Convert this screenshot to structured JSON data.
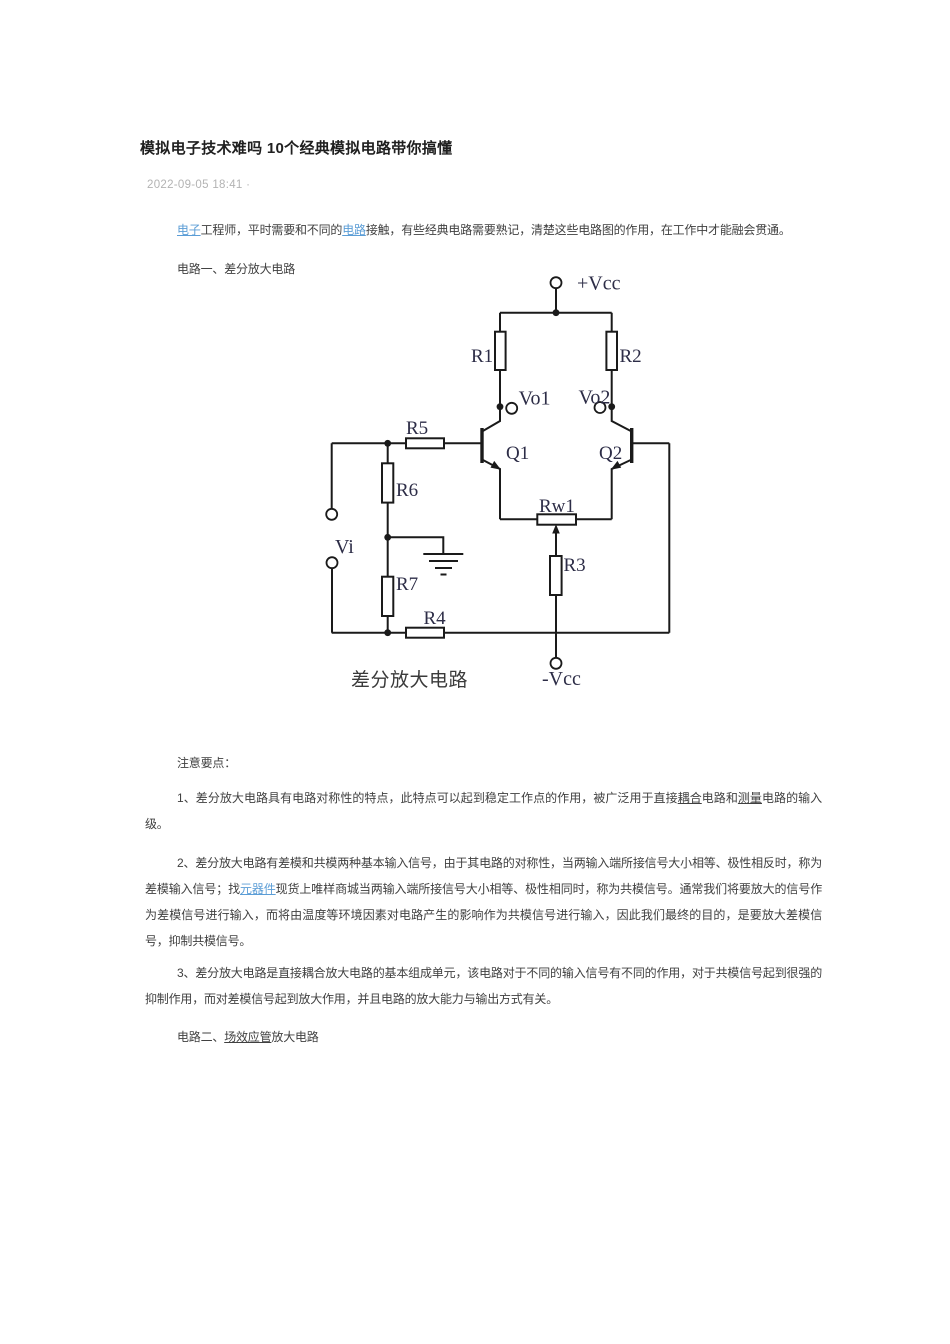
{
  "page": {
    "title": "模拟电子技术难吗 10个经典模拟电路带你搞懂",
    "date": "2022-09-05 18:41 ·"
  },
  "article": {
    "intro": [
      {
        "text": "电子",
        "style": "link-blue"
      },
      {
        "text": "工程师，平时需要和不同的"
      },
      {
        "text": "电路",
        "style": "link-blue"
      },
      {
        "text": "接触，有些经典电路需要熟记，清楚这些电路图的作用，在工作中才能融会贯通。"
      }
    ],
    "section1": [
      {
        "text": "电路一、差分放大电路"
      }
    ],
    "note_title": [
      {
        "text": "注意要点："
      }
    ],
    "point1": [
      {
        "text": "1、差分放大电路具有电路对称性的特点，此特点可以起到稳定工作点的作用，被广泛用于直接"
      },
      {
        "text": "耦合",
        "style": "link-dark"
      },
      {
        "text": "电路和"
      },
      {
        "text": "测量",
        "style": "link-dark"
      },
      {
        "text": "电路的输入级。"
      }
    ],
    "point2": [
      {
        "text": "2、差分放大电路有差模和共模两种基本输入信号，由于其电路的对称性，当两输入端所接信号大小相等、极性相反时，称为差模输入信号；找"
      },
      {
        "text": "元器件",
        "style": "link-blue"
      },
      {
        "text": "现货上唯样商城当两输入端所接信号大小相等、极性相同时，称为共模信号。通常我们将要放大的信号作为差模信号进行输入，而将由温度等环境因素对电路产生的影响作为共模信号进行输入，因此我们最终的目的，是要放大差模信号，抑制共模信号。"
      }
    ],
    "point3": [
      {
        "text": "3、差分放大电路是直接耦合放大电路的基本组成单元，该电路对于不同的输入信号有不同的作用，对于共模信号起到很强的抑制作用，而对差模信号起到放大作用，并且电路的放大能力与输出方式有关。"
      }
    ],
    "section2": [
      {
        "text": "电路二、"
      },
      {
        "text": "场效应管",
        "style": "link-dark"
      },
      {
        "text": "放大电路"
      }
    ]
  },
  "circuit": {
    "labels": {
      "vcc_pos": "+Vcc",
      "vcc_neg": "-Vcc",
      "r1": "R1",
      "r2": "R2",
      "r3": "R3",
      "r4": "R4",
      "r5": "R5",
      "r6": "R6",
      "r7": "R7",
      "rw1": "Rw1",
      "q1": "Q1",
      "q2": "Q2",
      "vo1": "Vo1",
      "vo2": "Vo2",
      "vi": "Vi",
      "caption": "差分放大电路"
    }
  },
  "colors": {
    "link_blue": "#5b9dd6",
    "body_text": "#404040",
    "title_text": "#1f1f1f",
    "date_text": "#b3b3b3",
    "circuit_ink": "#1a1a1a",
    "circuit_label": "#2d2d47"
  }
}
